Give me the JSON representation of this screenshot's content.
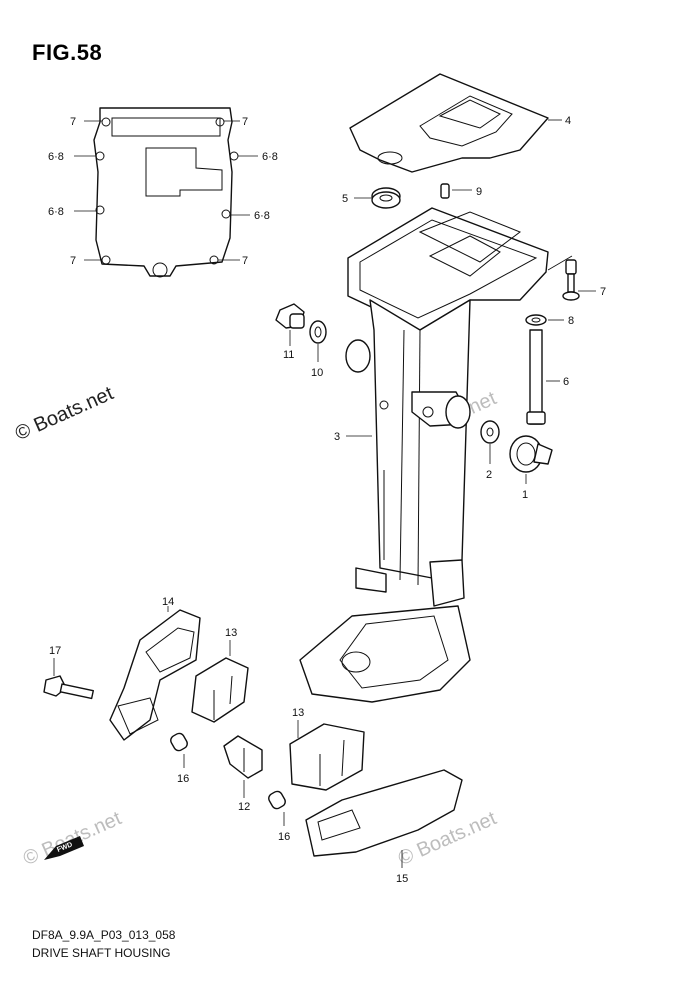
{
  "figure": {
    "title": "FIG.58"
  },
  "footer": {
    "code": "DF8A_9.9A_P03_013_058",
    "title": "DRIVE SHAFT HOUSING"
  },
  "watermark": {
    "main": "© Boats.net",
    "faint": "© Boats.net"
  },
  "arrow": {
    "label": "FWD"
  },
  "callouts": {
    "gasket_left": [
      "7",
      "7",
      "6·8",
      "6·8",
      "6·8",
      "6·8",
      "7",
      "7"
    ],
    "p1": "1",
    "p2": "2",
    "p3": "3",
    "p4": "4",
    "p5": "5",
    "p6": "6",
    "p7": "7",
    "p8": "8",
    "p9": "9",
    "p10": "10",
    "p11": "11",
    "p12": "12",
    "p13a": "13",
    "p13b": "13",
    "p14": "14",
    "p15": "15",
    "p16a": "16",
    "p16b": "16",
    "p17": "17"
  }
}
